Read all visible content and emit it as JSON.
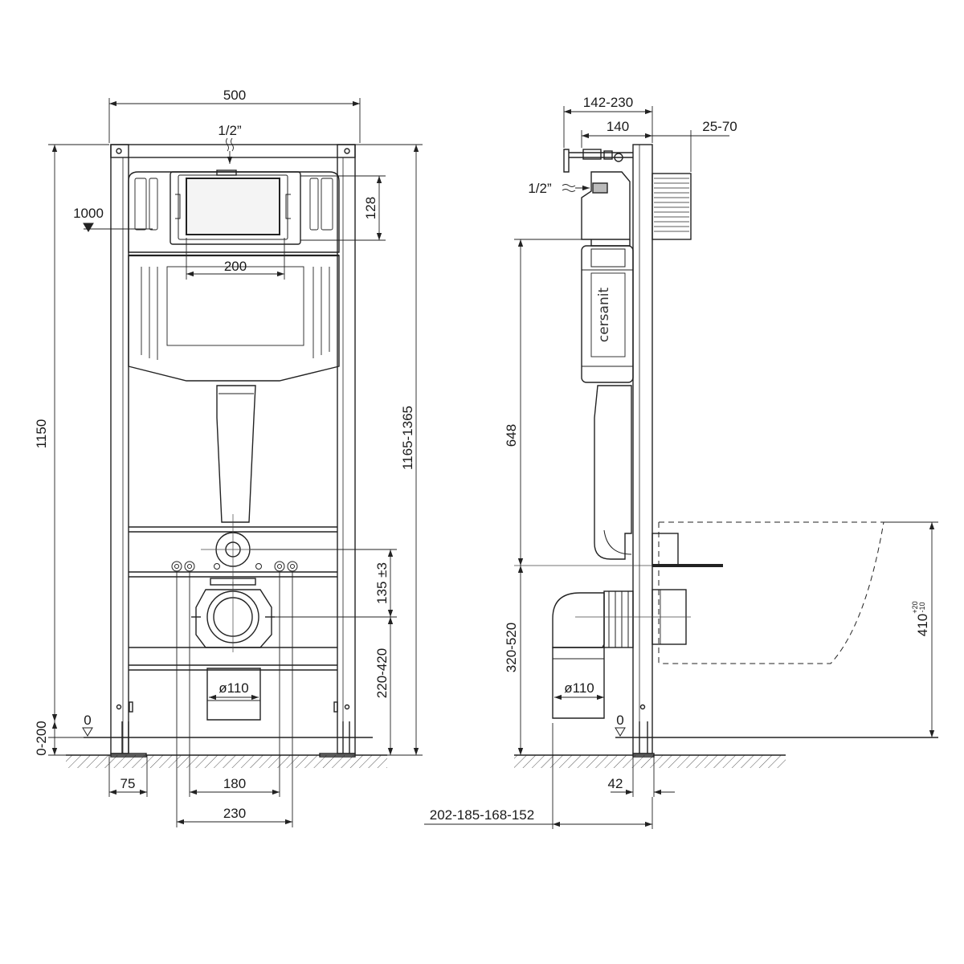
{
  "front_view": {
    "width_label": "500",
    "inlet_label": "1/2”",
    "height_label": "1150",
    "adjustable_height_label": "1165-1365",
    "reference_height_label": "1000",
    "panel_height_label": "128",
    "panel_width_label": "200",
    "bolt_spacing_label": "135 ±3",
    "outlet_height_label": "220-420",
    "outlet_diameter_label": "ø110",
    "level_zero_label": "0",
    "leg_adjust_label": "0-200",
    "foot_width_label": "75",
    "bolt_distance_label": "180",
    "bolt_outer_distance_label": "230"
  },
  "side_view": {
    "depth_range_label": "142-230",
    "depth_label": "140",
    "wall_range_label": "25-70",
    "inlet_label": "1/2”",
    "brand_label": "cersanit",
    "bolt_height_label": "648",
    "outlet_height_label": "320-520",
    "outlet_diameter_label": "ø110",
    "level_zero_label": "0",
    "profile_label": "42",
    "offset_label": "202-185-168-152",
    "seat_height_label": "410",
    "seat_tol_upper": "+20",
    "seat_tol_lower": "-10"
  }
}
